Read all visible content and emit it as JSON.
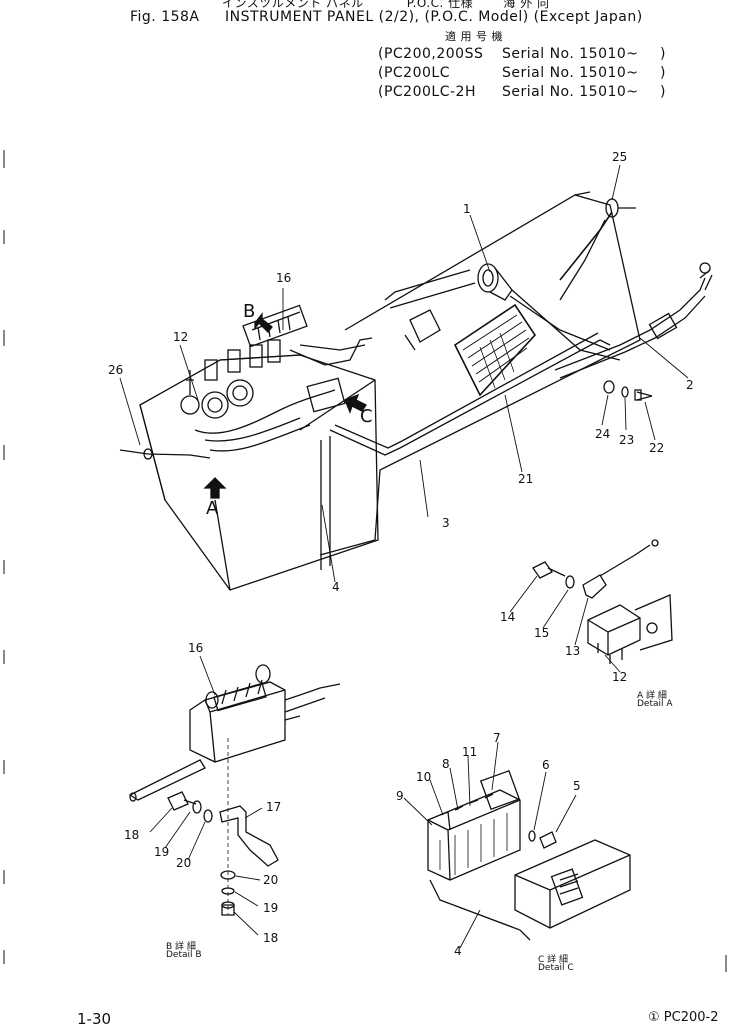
{
  "header": {
    "japanese_line": "インスツルメント パネル          P.O.C. 仕様       海 外 向",
    "fig_label": "Fig. 158A",
    "title": "INSTRUMENT PANEL (2/2), (P.O.C. Model) (Except Japan)",
    "applicable_label": "適 用 号 機",
    "serials": [
      {
        "model": "PC200,200SS",
        "serial": "Serial No. 15010~"
      },
      {
        "model": "PC200LC",
        "serial": "Serial No. 15010~"
      },
      {
        "model": "PC200LC-2H",
        "serial": "Serial No. 15010~"
      }
    ]
  },
  "callouts": {
    "main": [
      "1",
      "2",
      "3",
      "4",
      "12",
      "16",
      "21",
      "22",
      "23",
      "24",
      "25",
      "26"
    ],
    "view_arrows": [
      "A",
      "B",
      "C"
    ],
    "detail_a": [
      "12",
      "13",
      "14",
      "15"
    ],
    "detail_b": [
      "16",
      "17",
      "18",
      "19",
      "20",
      "20",
      "19",
      "18"
    ],
    "detail_c": [
      "4",
      "5",
      "6",
      "7",
      "8",
      "9",
      "10",
      "11"
    ]
  },
  "details": {
    "a": {
      "jp": "A 詳 細",
      "en": "Detail A"
    },
    "b": {
      "jp": "B 詳 細",
      "en": "Detail B"
    },
    "c": {
      "jp": "C 詳 細",
      "en": "Detail C"
    }
  },
  "footer": {
    "page": "1-30",
    "code": "① PC200-2"
  }
}
